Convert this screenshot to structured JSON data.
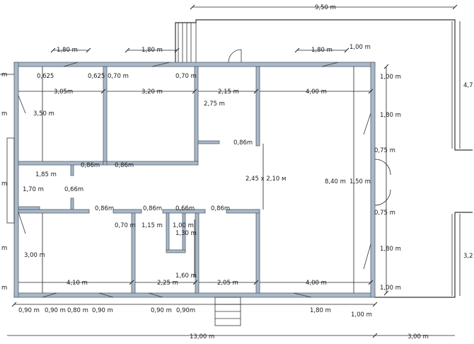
{
  "labels": {
    "top_overall": "9,50 m",
    "bottom_overall": "13,00 m",
    "bottom_right": "3,00 m",
    "right_side_top": "4,7",
    "right_side_bottom": "3,2",
    "top_1": "1,80 m",
    "top_2": "1,80 m",
    "top_3": "1,80 m",
    "top_4": "1,00 m",
    "w_0625a": "0,625",
    "w_0625b": "0,625",
    "w_070a": "0,70 m",
    "w_070b": "0,70 m",
    "room_a_width": "3,05m",
    "room_b_width": "3,20 m",
    "room_c_width": "2,15 m",
    "room_d_width": "4,00 m",
    "room_a_height": "3,50 m",
    "room_c_height": "2,75 m",
    "door_086_1": "0,86m",
    "door_086_2": "0,86m",
    "door_086_3": "0,86m",
    "door_086_4": "0,86m",
    "door_086_5": "0,86m",
    "door_086_6": "0,86m",
    "door_066": "0,66m",
    "door_066b": "0,66m",
    "hall_185": "1,85 m",
    "hall_170": "1,70 m",
    "big_room_opening": "2,45 x 2,10 м",
    "big_room_height": "8,40 m",
    "window_150": "1,50 m",
    "w_070c": "0,70 m",
    "w_115": "1,15 m",
    "w_100": "1,00 m",
    "w_130": "1,30 m",
    "w_160": "1,60 m",
    "room_e_height": "3,00 m",
    "room_e_width": "4,10 m",
    "room_f_width": "2,25 m",
    "room_g_width": "2,05 m",
    "room_h_width": "4,00 m",
    "right_100a": "1,00 m",
    "right_180a": "1,80 m",
    "right_075a": "0,75 m",
    "right_075b": "0,75 m",
    "right_180b": "1,80 m",
    "right_100b": "1,00 m",
    "bot_090_1": "0,90 m",
    "bot_090_2": "0,90 m",
    "bot_080_1": "0,80 m",
    "bot_090_3": "0,90 m",
    "bot_090_4": "0,90 m",
    "bot_090_5": "0,90m",
    "bot_180": "1,80 m",
    "bot_100": "1,00 m",
    "left_m1": "m",
    "left_m2": "m",
    "left_m3": "m",
    "left_m4": "m",
    "left_m5": "m"
  },
  "colors": {
    "wall_fill": "#a8b8c8",
    "wall_stroke": "#55606c",
    "dimension": "#222222"
  }
}
